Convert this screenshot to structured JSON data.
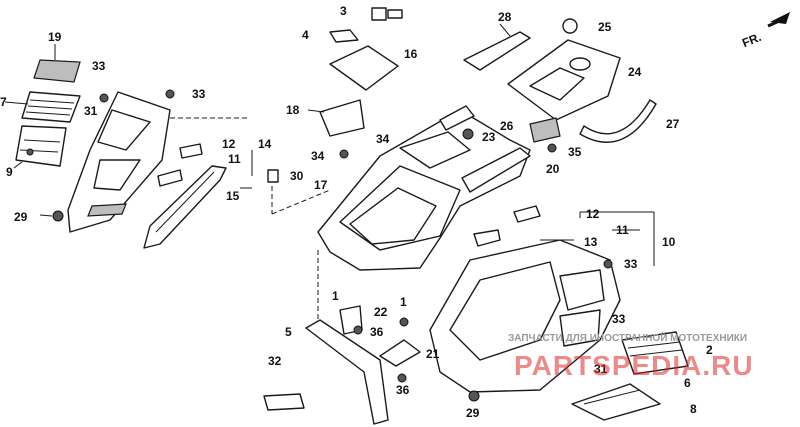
{
  "diagram": {
    "orientation_label": "FR.",
    "callouts": {
      "c1": "1",
      "c1b": "1",
      "c3": "3",
      "c4": "4",
      "c5": "5",
      "c6": "6",
      "c7": "7",
      "c8": "8",
      "c9": "9",
      "c10": "10",
      "c11a": "11",
      "c11b": "11",
      "c12a": "12",
      "c12b": "12",
      "c13": "13",
      "c14": "14",
      "c15": "15",
      "c16": "16",
      "c17": "17",
      "c18": "18",
      "c19": "19",
      "c20": "20",
      "c21": "21",
      "c22": "22",
      "c23": "23",
      "c24": "24",
      "c25": "25",
      "c26": "26",
      "c27": "27",
      "c28": "28",
      "c29a": "29",
      "c29b": "29",
      "c30": "30",
      "c31a": "31",
      "c31b": "31",
      "c32": "32",
      "c33a": "33",
      "c33b": "33",
      "c33c": "33",
      "c33d": "33",
      "c34a": "34",
      "c34b": "34",
      "c35": "35",
      "c36a": "36",
      "c36b": "36",
      "c2": "2"
    },
    "watermark_line1": "ЗАПЧАСТИ ДЛЯ ИНОСТРАННОЙ МОТОТЕХНИКИ",
    "watermark_line2": "PARTSPEDIA.RU"
  }
}
